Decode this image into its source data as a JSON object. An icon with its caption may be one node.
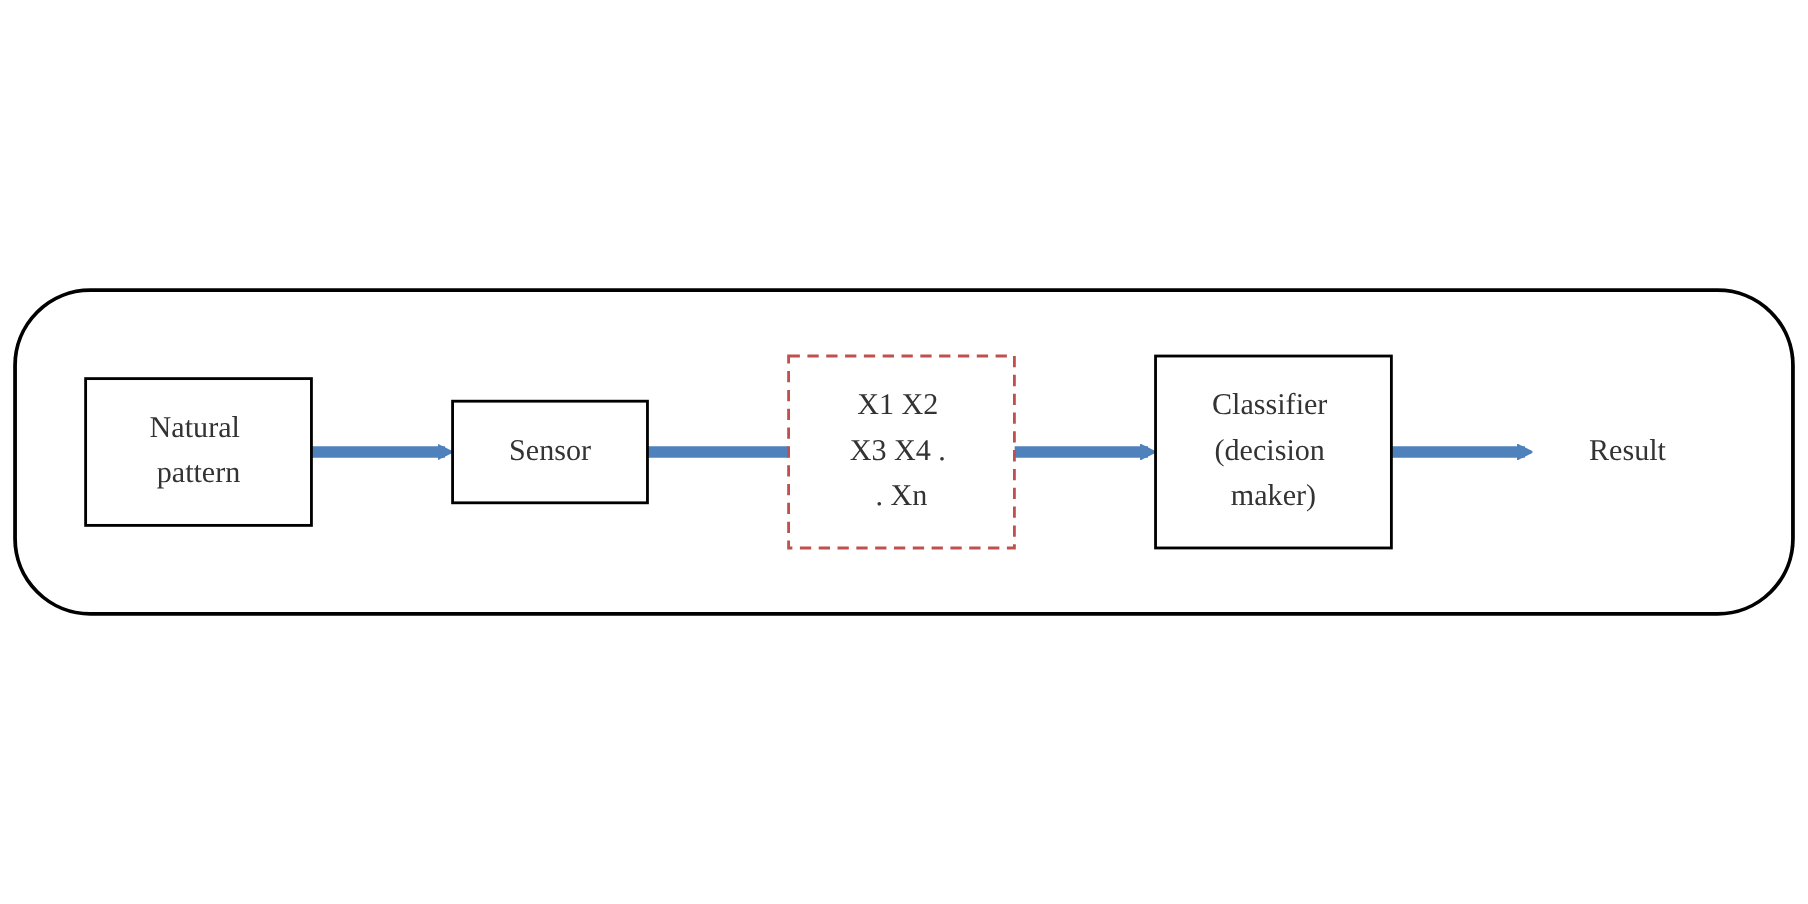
{
  "diagram": {
    "nodes": [
      {
        "text": [],
        "shape": "box"
      },
      {
        "text": [
          "Natural pattern"
        ],
        "in": 0
      },
      {
        "text": [
          "Sensor"
        ],
        "in": 0
      },
      {
        "text": [
          "X1 X2 X3 X4 . . Xn"
        ],
        "in": 0
      },
      {
        "text": [
          "Classifier (decision maker)"
        ],
        "in": 0
      },
      {
        "text": [
          "Result"
        ],
        "in": 0
      }
    ],
    "edges": [
      {
        "from": 1,
        "to": 2,
        "arrow": "to"
      },
      {
        "from": 2,
        "to": 3,
        "arrow": "none"
      },
      {
        "from": 3,
        "to": 4,
        "arrow": "to"
      },
      {
        "from": 4,
        "to": 5,
        "arrow": "to"
      }
    ]
  }
}
